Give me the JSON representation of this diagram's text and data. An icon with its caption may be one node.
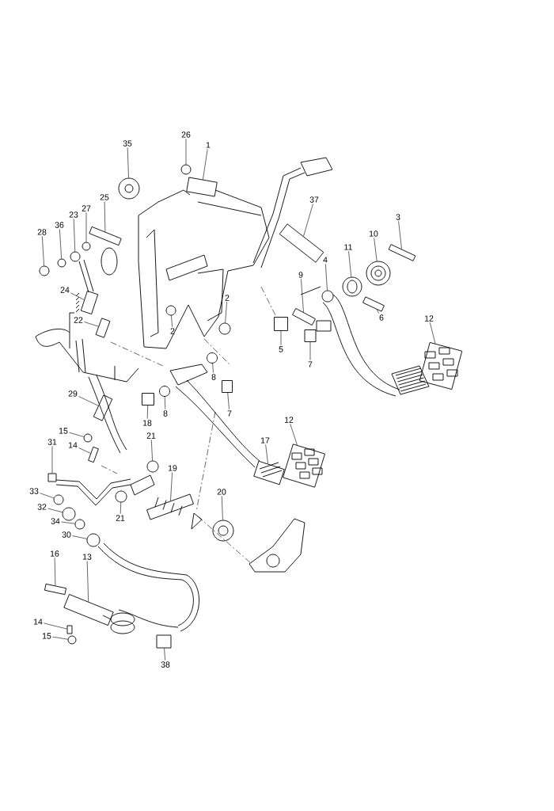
{
  "diagram": {
    "nodes": [
      {
        "text": [
          "26"
        ]
      },
      {
        "text": [
          "35"
        ]
      },
      {
        "text": [
          "1"
        ]
      },
      {
        "text": [
          "25"
        ]
      },
      {
        "text": [
          "37"
        ]
      },
      {
        "text": [
          "27"
        ]
      },
      {
        "text": [
          "23"
        ]
      },
      {
        "text": [
          "3"
        ]
      },
      {
        "text": [
          "36"
        ]
      },
      {
        "text": [
          "28"
        ]
      },
      {
        "text": [
          "10"
        ]
      },
      {
        "text": [
          "11"
        ]
      },
      {
        "text": [
          "4"
        ]
      },
      {
        "text": [
          "9"
        ]
      },
      {
        "text": [
          "24"
        ]
      },
      {
        "text": [
          "2"
        ]
      },
      {
        "text": [
          "12"
        ]
      },
      {
        "text": [
          "6"
        ]
      },
      {
        "text": [
          "22"
        ]
      },
      {
        "text": [
          "2"
        ]
      },
      {
        "text": [
          "5"
        ]
      },
      {
        "text": [
          "7"
        ]
      },
      {
        "text": [
          "8"
        ]
      },
      {
        "text": [
          "29"
        ]
      },
      {
        "text": [
          "8"
        ]
      },
      {
        "text": [
          "7"
        ]
      },
      {
        "text": [
          "12"
        ]
      },
      {
        "text": [
          "18"
        ]
      },
      {
        "text": [
          "15"
        ]
      },
      {
        "text": [
          "21"
        ]
      },
      {
        "text": [
          "17"
        ]
      },
      {
        "text": [
          "31"
        ]
      },
      {
        "text": [
          "14"
        ]
      },
      {
        "text": [
          "19"
        ]
      },
      {
        "text": [
          "20"
        ]
      },
      {
        "text": [
          "33"
        ]
      },
      {
        "text": [
          "32"
        ]
      },
      {
        "text": [
          "21"
        ]
      },
      {
        "text": [
          "34"
        ]
      },
      {
        "text": [
          "30"
        ]
      },
      {
        "text": [
          "16"
        ]
      },
      {
        "text": [
          "13"
        ]
      },
      {
        "text": [
          "14"
        ]
      },
      {
        "text": [
          "15"
        ]
      },
      {
        "text": [
          "38"
        ]
      },
      {
        "text": [],
        "shape": "circle"
      },
      {
        "text": [],
        "shape": "circle"
      },
      {
        "text": [],
        "shape": "box"
      },
      {
        "text": [],
        "shape": "box"
      },
      {
        "text": [],
        "shape": "box"
      },
      {
        "text": [],
        "shape": "circle"
      },
      {
        "text": [],
        "shape": "circle"
      },
      {
        "text": [],
        "shape": "box"
      },
      {
        "text": [],
        "shape": "circle"
      },
      {
        "text": [],
        "shape": "circle"
      },
      {
        "text": [],
        "shape": "circle"
      },
      {
        "text": [],
        "shape": "circle"
      },
      {
        "text": [],
        "shape": "circle"
      },
      {
        "text": [],
        "shape": "box"
      },
      {
        "text": [],
        "shape": "box"
      },
      {
        "text": [],
        "shape": "circle"
      },
      {
        "text": [],
        "shape": "box"
      },
      {
        "text": [],
        "shape": "box"
      },
      {
        "text": [],
        "shape": "box"
      },
      {
        "text": [],
        "shape": "circle"
      },
      {
        "text": [],
        "shape": "box"
      },
      {
        "text": [],
        "shape": "box"
      },
      {
        "text": [],
        "shape": "circle"
      },
      {
        "text": [],
        "shape": "box"
      },
      {
        "text": [],
        "shape": "circle"
      },
      {
        "text": [],
        "shape": "box"
      },
      {
        "text": [],
        "shape": "box"
      },
      {
        "text": [],
        "shape": "box"
      },
      {
        "text": [],
        "shape": "circle"
      },
      {
        "text": [],
        "shape": "circle"
      },
      {
        "text": [],
        "shape": "box"
      },
      {
        "text": [],
        "shape": "box"
      },
      {
        "text": [],
        "shape": "box"
      },
      {
        "text": [],
        "shape": "box"
      },
      {
        "text": [],
        "shape": "circle"
      },
      {
        "text": [],
        "shape": "circle"
      },
      {
        "text": [],
        "shape": "circle"
      },
      {
        "text": [],
        "shape": "circle"
      },
      {
        "text": [],
        "shape": "circle"
      },
      {
        "text": [],
        "shape": "circle"
      },
      {
        "text": [],
        "shape": "box"
      },
      {
        "text": [],
        "shape": "box"
      },
      {
        "text": [],
        "shape": "box"
      },
      {
        "text": [],
        "shape": "circle"
      },
      {
        "text": [],
        "shape": "box"
      }
    ],
    "edges": [
      {
        "from": 0,
        "to": 45,
        "arrow": "none"
      },
      {
        "from": 1,
        "to": 46,
        "arrow": "none"
      },
      {
        "from": 2,
        "to": 47,
        "arrow": "none"
      },
      {
        "from": 3,
        "to": 48,
        "arrow": "none"
      },
      {
        "from": 4,
        "to": 49,
        "arrow": "none"
      },
      {
        "from": 5,
        "to": 50,
        "arrow": "none"
      },
      {
        "from": 6,
        "to": 51,
        "arrow": "none"
      },
      {
        "from": 7,
        "to": 52,
        "arrow": "none"
      },
      {
        "from": 8,
        "to": 53,
        "arrow": "none"
      },
      {
        "from": 9,
        "to": 54,
        "arrow": "none"
      },
      {
        "from": 10,
        "to": 55,
        "arrow": "none"
      },
      {
        "from": 11,
        "to": 56,
        "arrow": "none"
      },
      {
        "from": 12,
        "to": 57,
        "arrow": "none"
      },
      {
        "from": 13,
        "to": 58,
        "arrow": "none"
      },
      {
        "from": 14,
        "to": 59,
        "arrow": "none"
      },
      {
        "from": 15,
        "to": 60,
        "arrow": "none"
      },
      {
        "from": 16,
        "to": 61,
        "arrow": "none"
      },
      {
        "from": 17,
        "to": 62,
        "arrow": "none"
      },
      {
        "from": 18,
        "to": 63,
        "arrow": "none"
      },
      {
        "from": 19,
        "to": 64,
        "arrow": "none"
      },
      {
        "from": 20,
        "to": 65,
        "arrow": "none"
      },
      {
        "from": 21,
        "to": 66,
        "arrow": "none"
      },
      {
        "from": 22,
        "to": 67,
        "arrow": "none"
      },
      {
        "from": 23,
        "to": 68,
        "arrow": "none"
      },
      {
        "from": 24,
        "to": 69,
        "arrow": "none"
      },
      {
        "from": 25,
        "to": 70,
        "arrow": "none"
      },
      {
        "from": 26,
        "to": 71,
        "arrow": "none"
      },
      {
        "from": 27,
        "to": 72,
        "arrow": "none"
      },
      {
        "from": 28,
        "to": 73,
        "arrow": "none"
      },
      {
        "from": 29,
        "to": 74,
        "arrow": "none"
      },
      {
        "from": 30,
        "to": 75,
        "arrow": "none"
      },
      {
        "from": 31,
        "to": 76,
        "arrow": "none"
      },
      {
        "from": 32,
        "to": 77,
        "arrow": "none"
      },
      {
        "from": 33,
        "to": 78,
        "arrow": "none"
      },
      {
        "from": 34,
        "to": 79,
        "arrow": "none"
      },
      {
        "from": 35,
        "to": 80,
        "arrow": "none"
      },
      {
        "from": 36,
        "to": 81,
        "arrow": "none"
      },
      {
        "from": 37,
        "to": 82,
        "arrow": "none"
      },
      {
        "from": 38,
        "to": 83,
        "arrow": "none"
      },
      {
        "from": 39,
        "to": 84,
        "arrow": "none"
      },
      {
        "from": 40,
        "to": 85,
        "arrow": "none"
      },
      {
        "from": 41,
        "to": 86,
        "arrow": "none"
      },
      {
        "from": 42,
        "to": 87,
        "arrow": "none"
      },
      {
        "from": 43,
        "to": 88,
        "arrow": "none"
      },
      {
        "from": 44,
        "to": 89,
        "arrow": "none"
      }
    ]
  }
}
